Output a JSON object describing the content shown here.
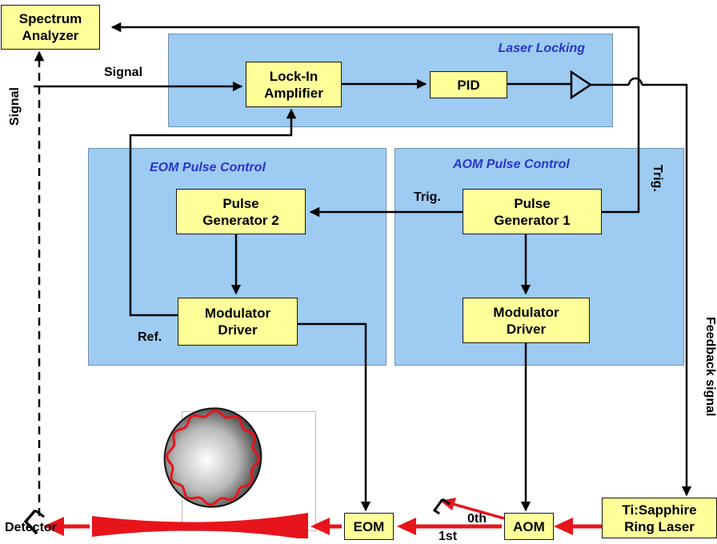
{
  "panels": {
    "laser_locking": "Laser Locking",
    "eom_pulse_control": "EOM Pulse Control",
    "aom_pulse_control": "AOM Pulse Control"
  },
  "boxes": {
    "spectrum_analyzer": "Spectrum\nAnalyzer",
    "lock_in_amplifier": "Lock-In\nAmplifier",
    "pid": "PID",
    "pulse_generator_2": "Pulse\nGenerator 2",
    "pulse_generator_1": "Pulse\nGenerator 1",
    "modulator_driver_eom": "Modulator\nDriver",
    "modulator_driver_aom": "Modulator\nDriver",
    "eom": "EOM",
    "aom": "AOM",
    "ti_sapphire_ring_laser": "Ti:Sapphire\nRing Laser"
  },
  "labels": {
    "signal_top": "Signal",
    "signal_vertical": "Signal",
    "trig_horizontal": "Trig.",
    "trig_vertical": "Trig.",
    "ref": "Ref.",
    "feedback_signal": "Feedback signal",
    "zeroth_order": "0th",
    "first_order": "1st",
    "detector": "Detector"
  },
  "colors": {
    "panel_fill": "#9dcbf2",
    "box_fill": "#ffff9a",
    "panel_title": "#2a35c8",
    "beam": "#e8141c"
  }
}
